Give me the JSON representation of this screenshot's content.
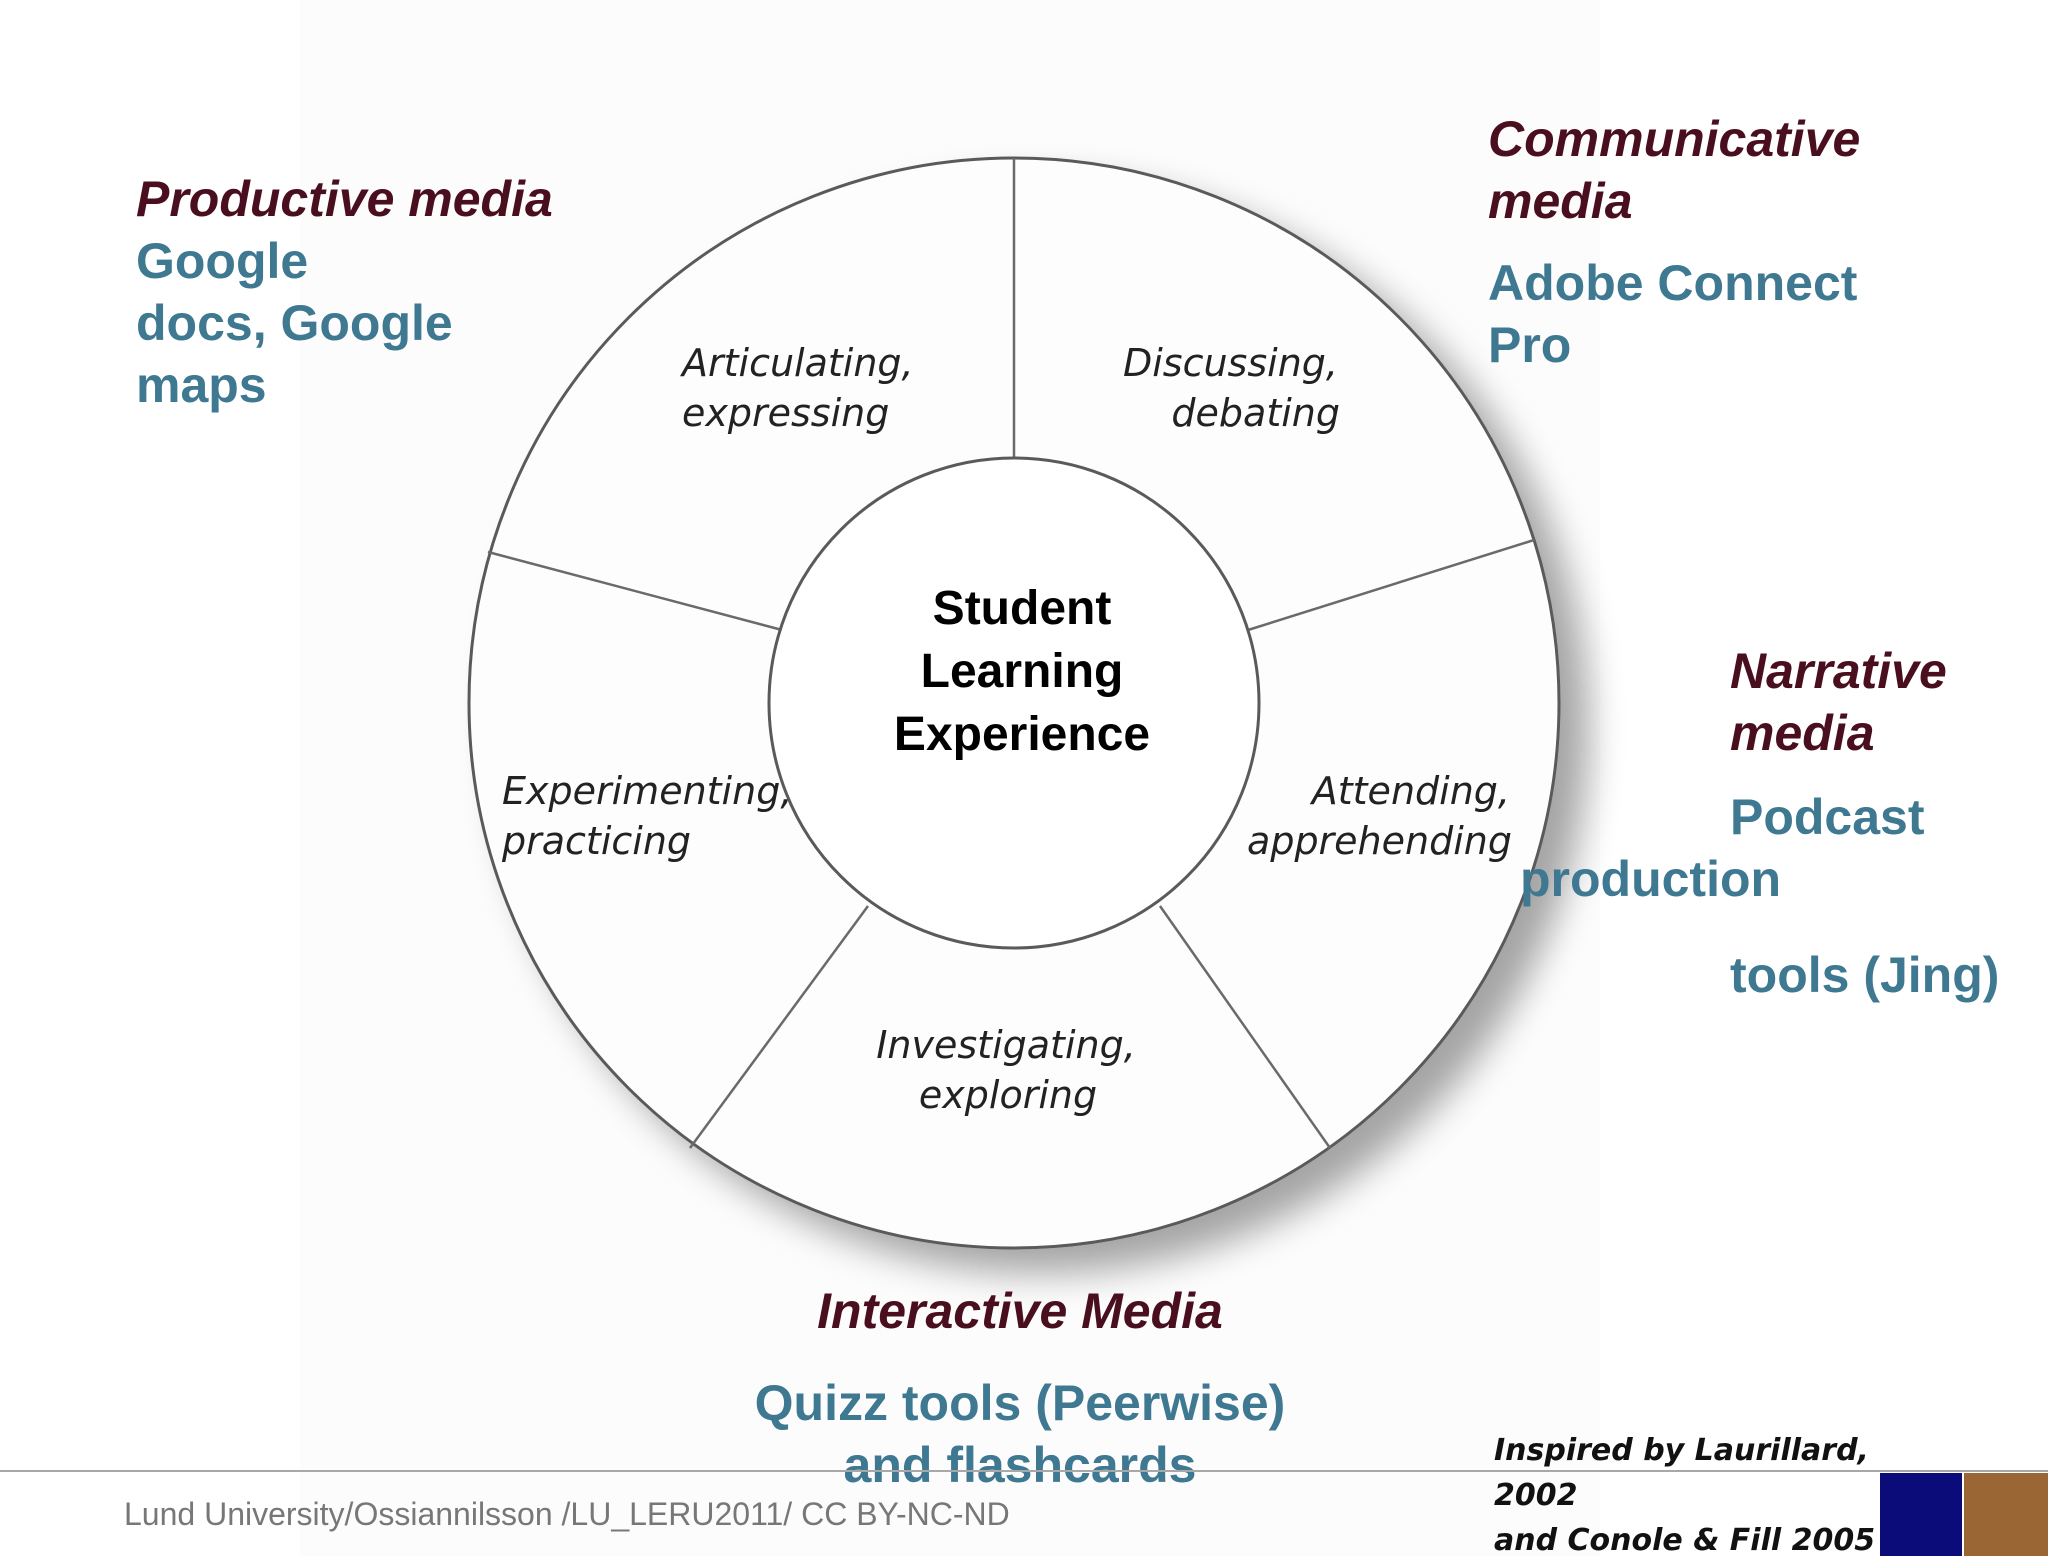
{
  "colors": {
    "heading": "#4a0f1e",
    "tool": "#3e7891",
    "footer_text": "#777777",
    "swatch_navy": "#0b0b7a",
    "swatch_brown": "#9a6633"
  },
  "diagram": {
    "center": [
      "Student",
      "Learning",
      "Experience"
    ],
    "segments": [
      {
        "lines": [
          "Articulating,",
          "expressing"
        ]
      },
      {
        "lines": [
          "Discussing,",
          "debating"
        ]
      },
      {
        "lines": [
          "Attending,",
          "apprehending"
        ]
      },
      {
        "lines": [
          "Investigating,",
          "exploring"
        ]
      },
      {
        "lines": [
          "Experimenting,",
          "practicing"
        ]
      }
    ]
  },
  "media": {
    "productive": {
      "heading": "Productive media",
      "tools": [
        "Google",
        "docs, Google",
        "maps"
      ]
    },
    "communicative": {
      "heading": [
        "Communicative",
        "media"
      ],
      "tools": [
        "Adobe Connect",
        "Pro"
      ]
    },
    "narrative": {
      "heading": [
        "Narrative",
        "media"
      ],
      "tools": [
        "Podcast",
        "production",
        "tools (Jing)"
      ]
    },
    "interactive": {
      "heading": "Interactive Media",
      "tools": [
        "Quizz tools (Peerwise)",
        "and flashcards"
      ]
    }
  },
  "footer": {
    "source": "Lund University/Ossiannilsson /LU_LERU2011/ CC BY-NC-ND",
    "credit": [
      "Inspired by Laurillard, 2002",
      "and Conole & Fill 2005"
    ]
  }
}
